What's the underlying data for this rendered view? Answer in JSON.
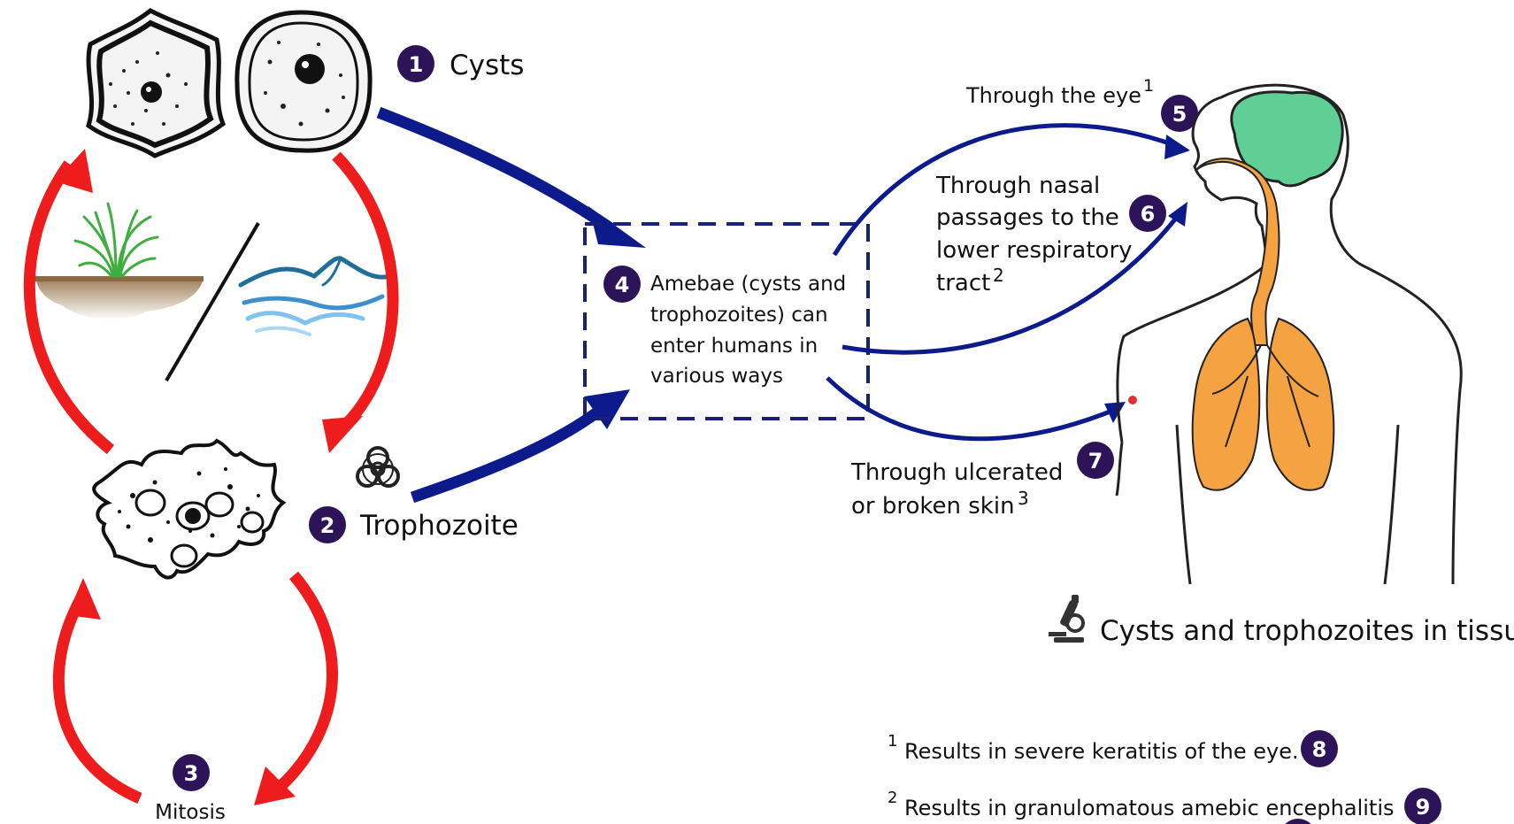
{
  "colors": {
    "red_arrow": "#ee1c1c",
    "blue_arrow": "#0d1a8c",
    "dark_blue": "#1a1f7a",
    "step_badge": "#2d1458",
    "brain": "#5fcf96",
    "respiratory": "#f5a243",
    "soil": "#9a7a53",
    "grass": "#3fae3f",
    "water": "#3d8fd0"
  },
  "steps": {
    "s1": {
      "number": "1",
      "label": "Cysts"
    },
    "s2": {
      "number": "2",
      "label": "Trophozoite"
    },
    "s3": {
      "number": "3",
      "label": "Mitosis"
    },
    "s4": {
      "number": "4",
      "lines": [
        "Amebae (cysts and",
        "trophozoites) can",
        "enter humans in",
        "various ways"
      ]
    },
    "s5": {
      "number": "5",
      "label": "Through the eye",
      "sup": "1"
    },
    "s6": {
      "number": "6",
      "lines": [
        "Through nasal",
        "passages to the",
        "lower respiratory",
        "tract"
      ],
      "sup": "2"
    },
    "s7": {
      "number": "7",
      "lines": [
        "Through ulcerated",
        "or broken skin"
      ],
      "sup": "3"
    }
  },
  "tissue_label": "Cysts and trophozoites in tissue",
  "notes": [
    {
      "sup": "1",
      "text": "Results in severe keratitis of the eye.",
      "number": "8"
    },
    {
      "sup": "2",
      "text": "Results in granulomatous amebic encephalitis",
      "number": "9"
    }
  ],
  "icons": {
    "biohazard": "biohazard-icon",
    "microscope": "microscope-icon"
  }
}
